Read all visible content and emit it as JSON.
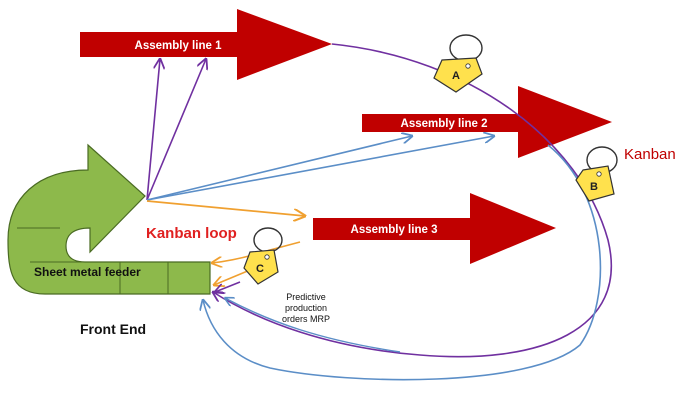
{
  "colors": {
    "line_arrow": "#c00000",
    "feeder_fill": "#8db94b",
    "feeder_stroke": "#4a6b23",
    "purple": "#7030a0",
    "blue": "#5b8ec7",
    "orange": "#f0a030",
    "kanban_red": "#e02020",
    "tag_fill": "#ffe14d"
  },
  "assembly_lines": [
    {
      "label": "Assembly line 1"
    },
    {
      "label": "Assembly line 2"
    },
    {
      "label": "Assembly line 3"
    }
  ],
  "kanban_tags": [
    {
      "letter": "A"
    },
    {
      "letter": "B"
    },
    {
      "letter": "C"
    }
  ],
  "labels": {
    "kanban": "Kanban",
    "kanban_loop": "Kanban loop",
    "sheet_metal_feeder": "Sheet metal feeder",
    "front_end": "Front End",
    "predictive_line1": "Predictive",
    "predictive_line2": "production",
    "predictive_line3": "orders MRP"
  }
}
